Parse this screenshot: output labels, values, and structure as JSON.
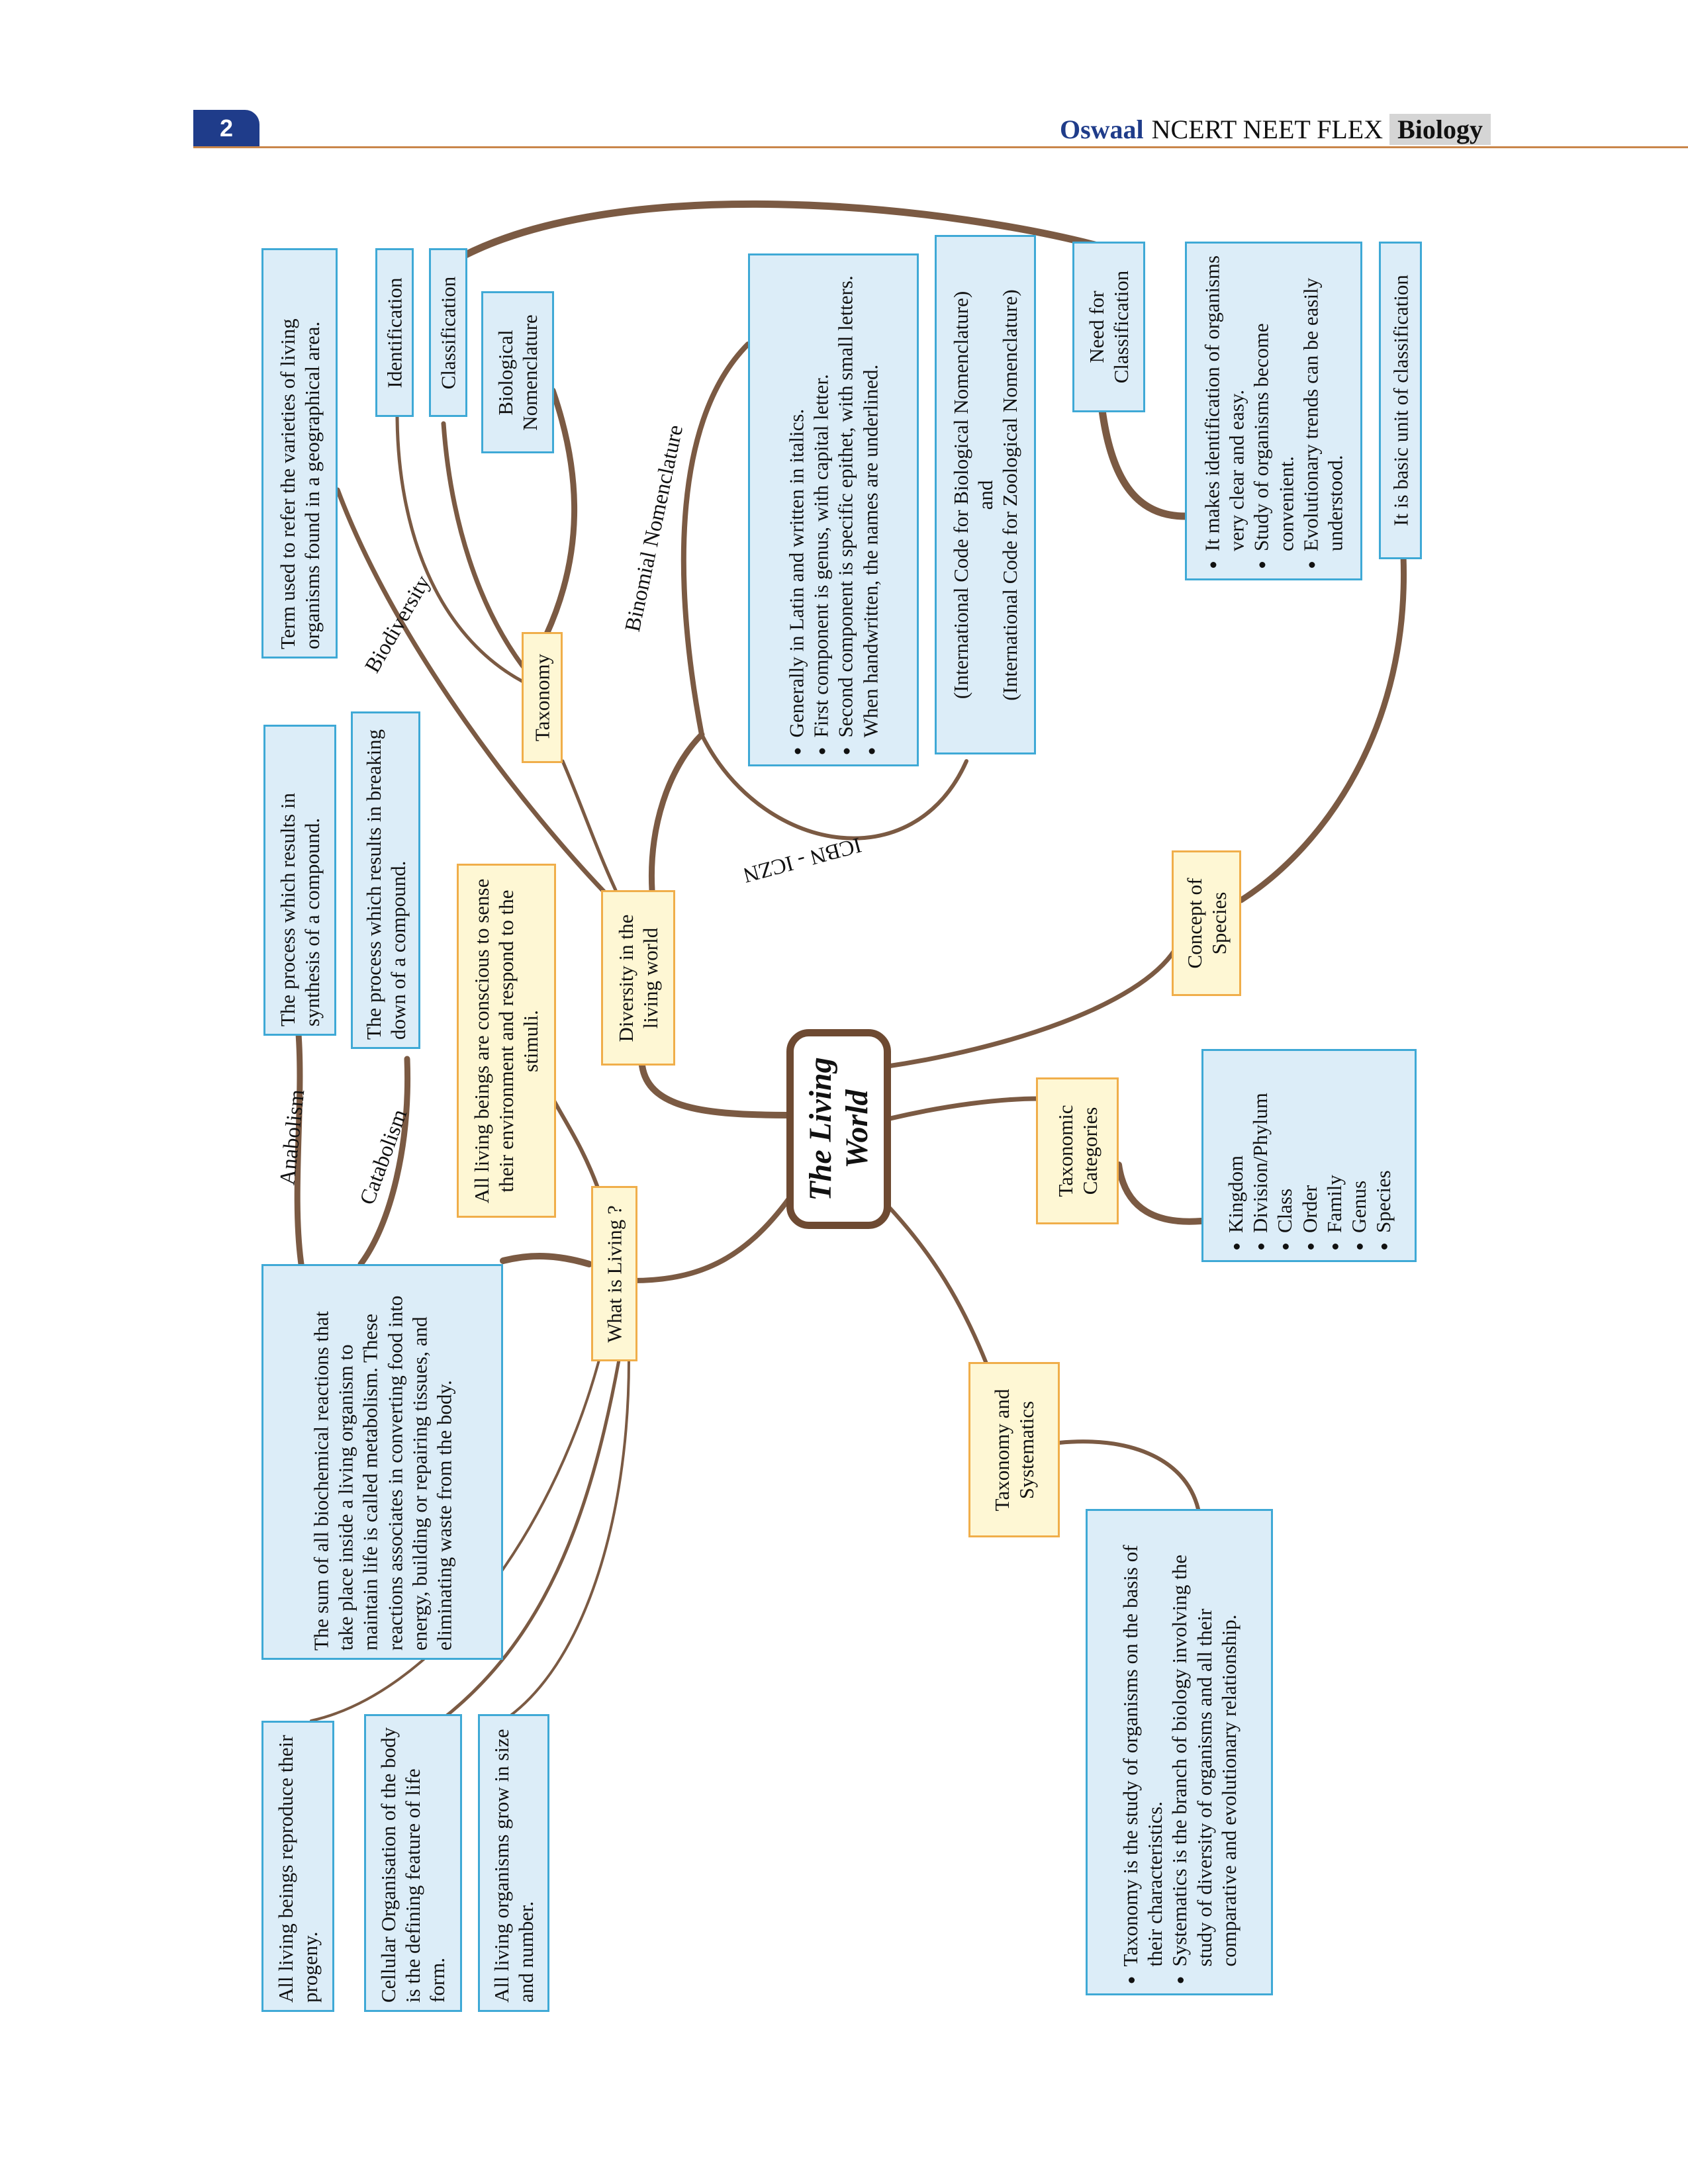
{
  "header": {
    "page_number": "2",
    "brand": "Oswaal",
    "series": "NCERT NEET FLEX",
    "subject": "Biology"
  },
  "center": {
    "line1": "The Living",
    "line2": "World"
  },
  "nodes": {
    "diversity": "Diversity in the living world",
    "what_is_living": "What is Living ?",
    "taxonomy": "Taxonomy",
    "taxonomy_systematics": "Taxonomy and Systematics",
    "taxonomic_categories": "Taxonomic Categories",
    "concept_species": "Concept of Species",
    "need_classification": "Need for Classification",
    "identification": "Identification",
    "classification": "Classification",
    "biological_nomenclature": "Biological Nomenclature"
  },
  "boxes": {
    "biodiversity_def": "Term used to refer the varieties of living organisms found in a geographical area.",
    "anabolism_def": "The process which results in synthesis of a compound.",
    "catabolism_def": "The process which results in breaking down of a compound.",
    "conscious_def": "All living beings are conscious to sense their environment and respond to the stimuli.",
    "metabolism_def": "The sum of all biochemical reactions that take place inside a living organism to maintain life is called metabolism. These reactions associates in converting food into energy, building or repairing tissues, and eliminating waste from the body.",
    "reproduce_def": "All living beings reproduce their progeny.",
    "cellular_def": "Cellular Organisation of the body is the defining feature of life form.",
    "grow_def": "All living organisms grow in size and number.",
    "binomial_points": [
      "Generally in Latin and written in italics.",
      "First component is genus, with capital letter.",
      "Second component is specific epithet, with small letters.",
      "When handwritten, the names are underlined."
    ],
    "icbn_line1": "(International Code for Biological Nomenclature)",
    "icbn_and": "and",
    "icbn_line2": "(International Code for Zoological Nomenclature)",
    "need_points": [
      "It makes identification of organisms very clear and easy.",
      "Study of organisms become convenient.",
      "Evolutionary trends can be easily understood."
    ],
    "species_def": "It is basic unit of classification",
    "categories": [
      "Kingdom",
      "Division/Phylum",
      "Class",
      "Order",
      "Family",
      "Genus",
      "Species"
    ],
    "tax_sys_points": [
      "Taxonomy is the study of organisms on the basis of their characteristics.",
      "Systematics is the branch of biology involving the study of diversity of organisms and all their comparative and evolutionary relationship."
    ]
  },
  "labels": {
    "biodiversity": "Biodiversity",
    "binomial": "Binomial Nomenclature",
    "icbn_iczn": "ICBN - ICZN",
    "anabolism": "Anabolism",
    "catabolism": "Catabolism"
  }
}
